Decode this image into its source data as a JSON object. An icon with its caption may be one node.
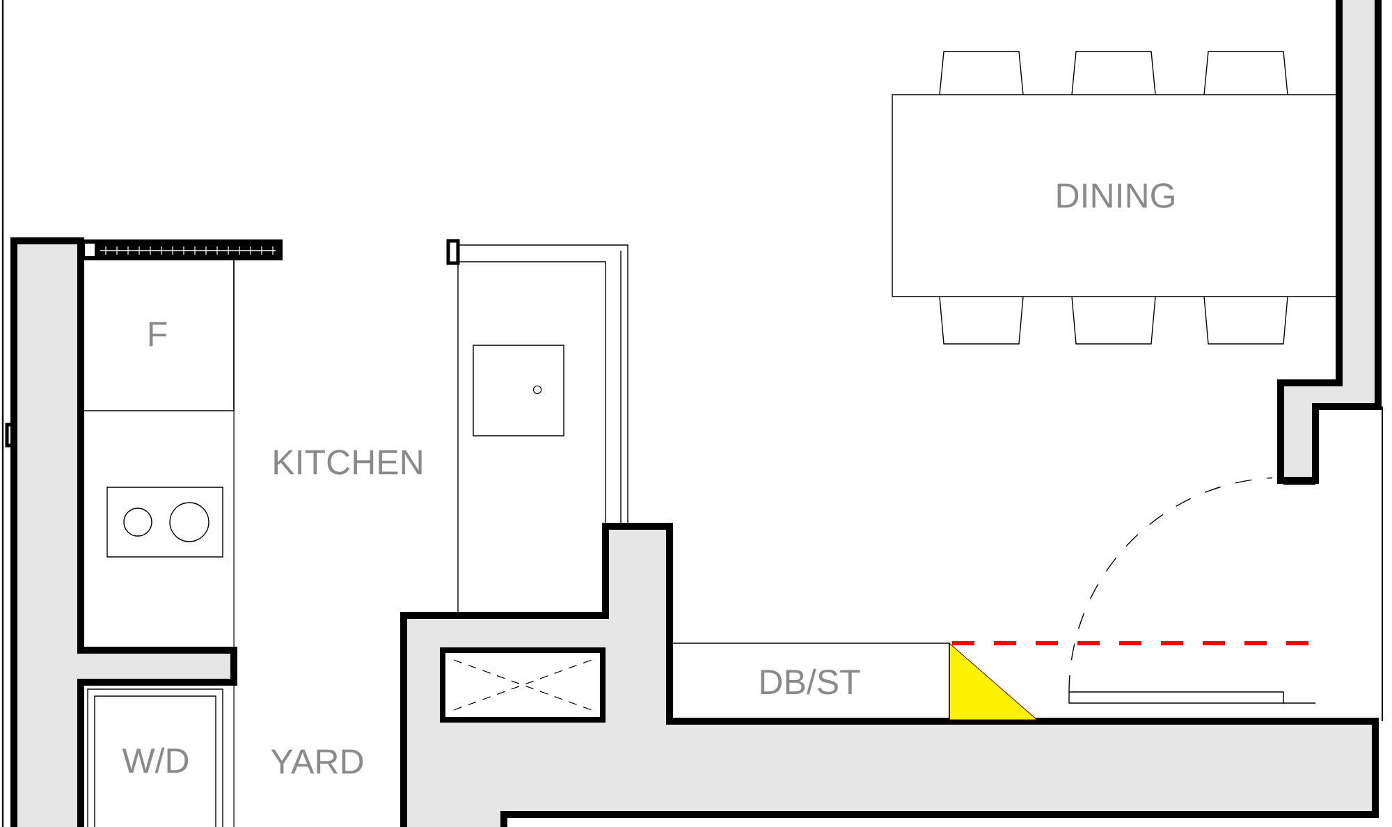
{
  "diagram": {
    "nodes": [
      {
        "text": [
          "DINING"
        ]
      },
      {
        "text": [
          "F"
        ]
      },
      {
        "text": [
          "W/D"
        ]
      },
      {
        "text": [
          "DB/ST"
        ]
      }
    ],
    "labels": [
      "KITCHEN",
      "YARD"
    ]
  }
}
